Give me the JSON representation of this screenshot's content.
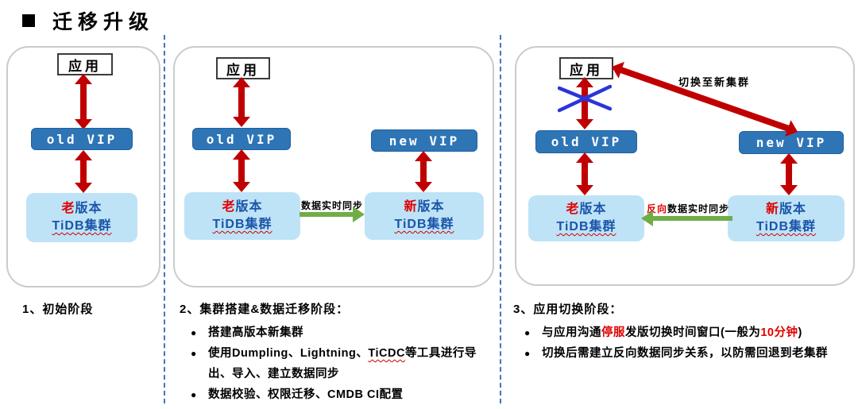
{
  "header": {
    "title": "迁移升级"
  },
  "panels": [
    {
      "caption": "1、初始阶段",
      "app": "应用",
      "vip_old": "old VIP",
      "tidb_old": {
        "line1": [
          {
            "t": "老",
            "c": "red"
          },
          {
            "t": "版本"
          }
        ],
        "line2": [
          {
            "t": "TiDB集群",
            "c": "wavy"
          }
        ]
      }
    },
    {
      "caption": "2、集群搭建&数据迁移阶段：",
      "app": "应用",
      "vip_old": "old VIP",
      "vip_new": "new VIP",
      "tidb_old": {
        "line1": [
          {
            "t": "老",
            "c": "red"
          },
          {
            "t": "版本"
          }
        ],
        "line2": [
          {
            "t": "TiDB集群",
            "c": "wavy"
          }
        ]
      },
      "tidb_new": {
        "line1": [
          {
            "t": "新",
            "c": "red"
          },
          {
            "t": "版本"
          }
        ],
        "line2": [
          {
            "t": "TiDB集群",
            "c": "wavy"
          }
        ]
      },
      "sync_label": [
        {
          "t": "数据实时同步"
        }
      ],
      "bullets": [
        [
          {
            "t": "搭建高版本新集群"
          }
        ],
        [
          {
            "t": "使用Dumpling、Lightning、"
          },
          {
            "t": "TiCDC",
            "c": "wavy"
          },
          {
            "t": "等工具进行导出、导入、建立数据同步"
          }
        ],
        [
          {
            "t": "数据校验、权限迁移、CMDB CI配置"
          }
        ]
      ]
    },
    {
      "caption": "3、应用切换阶段：",
      "app": "应用",
      "vip_old": "old VIP",
      "vip_new": "new VIP",
      "tidb_old": {
        "line1": [
          {
            "t": "老",
            "c": "red"
          },
          {
            "t": "版本"
          }
        ],
        "line2": [
          {
            "t": "TiDB集群",
            "c": "wavy"
          }
        ]
      },
      "tidb_new": {
        "line1": [
          {
            "t": "新",
            "c": "red"
          },
          {
            "t": "版本"
          }
        ],
        "line2": [
          {
            "t": "TiDB集群",
            "c": "wavy"
          }
        ]
      },
      "switch_label": "切换至新集群",
      "sync_label": [
        {
          "t": "反向",
          "c": "red"
        },
        {
          "t": "数据实时同步"
        }
      ],
      "bullets": [
        [
          {
            "t": "与应用沟通"
          },
          {
            "t": "停服",
            "c": "red"
          },
          {
            "t": "发版切换时间窗口(一般为"
          },
          {
            "t": "10分钟",
            "c": "red"
          },
          {
            "t": ")"
          }
        ],
        [
          {
            "t": "切换后需建立反向数据同步关系，以防需回退到老集群"
          }
        ]
      ]
    }
  ],
  "colors": {
    "arrow_red": "#c00000",
    "arrow_green": "#70ad47",
    "vip_blue": "#2e75b6",
    "tidb_light_blue": "#bee3f7",
    "tidb_text_blue": "#1a55a8",
    "highlight_red": "#e00000",
    "divider_blue": "#4472c4"
  }
}
